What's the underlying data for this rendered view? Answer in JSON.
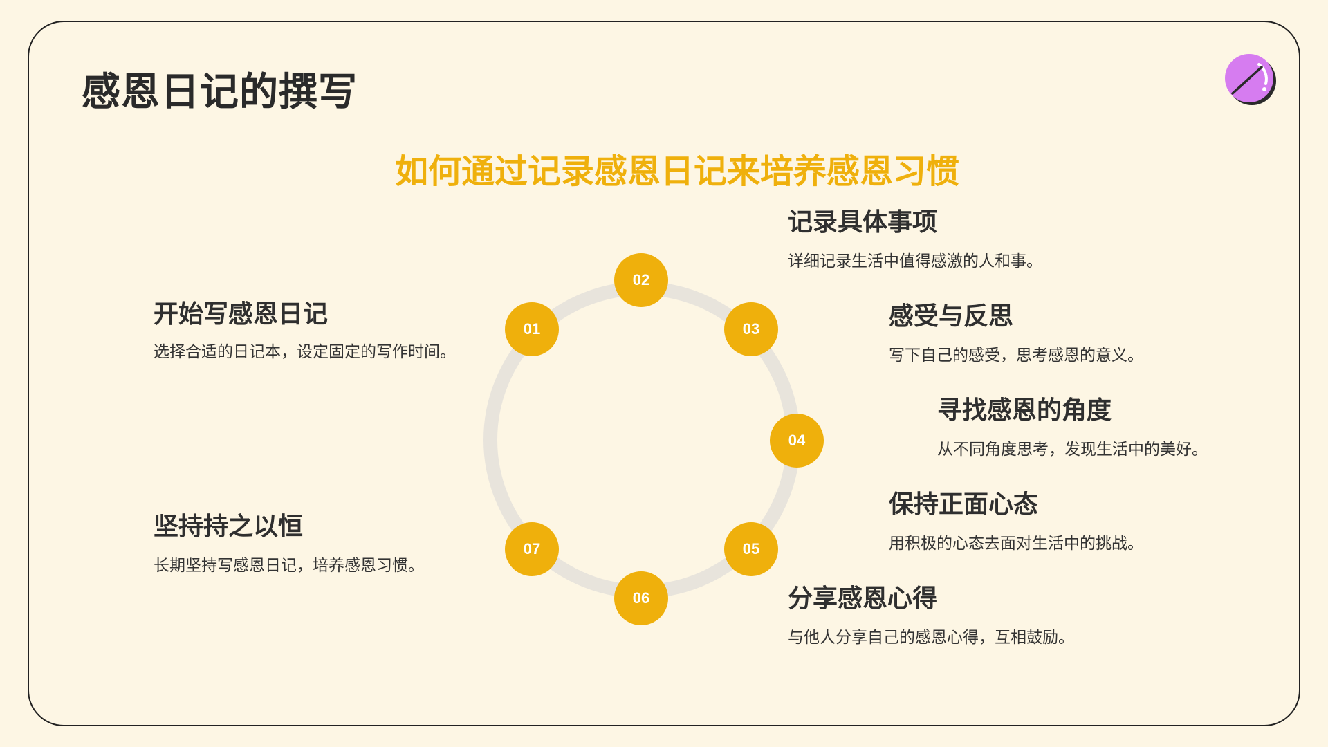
{
  "page_title": "感恩日记的撰写",
  "subtitle": "如何通过记录感恩日记来培养感恩习惯",
  "logo_icon": "pencil-badge-icon",
  "colors": {
    "background": "#fdf6e4",
    "accent": "#efb00c",
    "ring": "#e8e4dc",
    "logo": "#d67cf0",
    "text": "#2f2f2f"
  },
  "steps": [
    {
      "number": "01",
      "title": "开始写感恩日记",
      "desc": "选择合适的日记本，设定固定的写作时间。"
    },
    {
      "number": "02",
      "title": "记录具体事项",
      "desc": "详细记录生活中值得感激的人和事。"
    },
    {
      "number": "03",
      "title": "感受与反思",
      "desc": "写下自己的感受，思考感恩的意义。"
    },
    {
      "number": "04",
      "title": "寻找感恩的角度",
      "desc": "从不同角度思考，发现生活中的美好。"
    },
    {
      "number": "05",
      "title": "保持正面心态",
      "desc": "用积极的心态去面对生活中的挑战。"
    },
    {
      "number": "06",
      "title": "分享感恩心得",
      "desc": "与他人分享自己的感恩心得，互相鼓励。"
    },
    {
      "number": "07",
      "title": "坚持持之以恒",
      "desc": "长期坚持写感恩日记，培养感恩习惯。"
    }
  ]
}
